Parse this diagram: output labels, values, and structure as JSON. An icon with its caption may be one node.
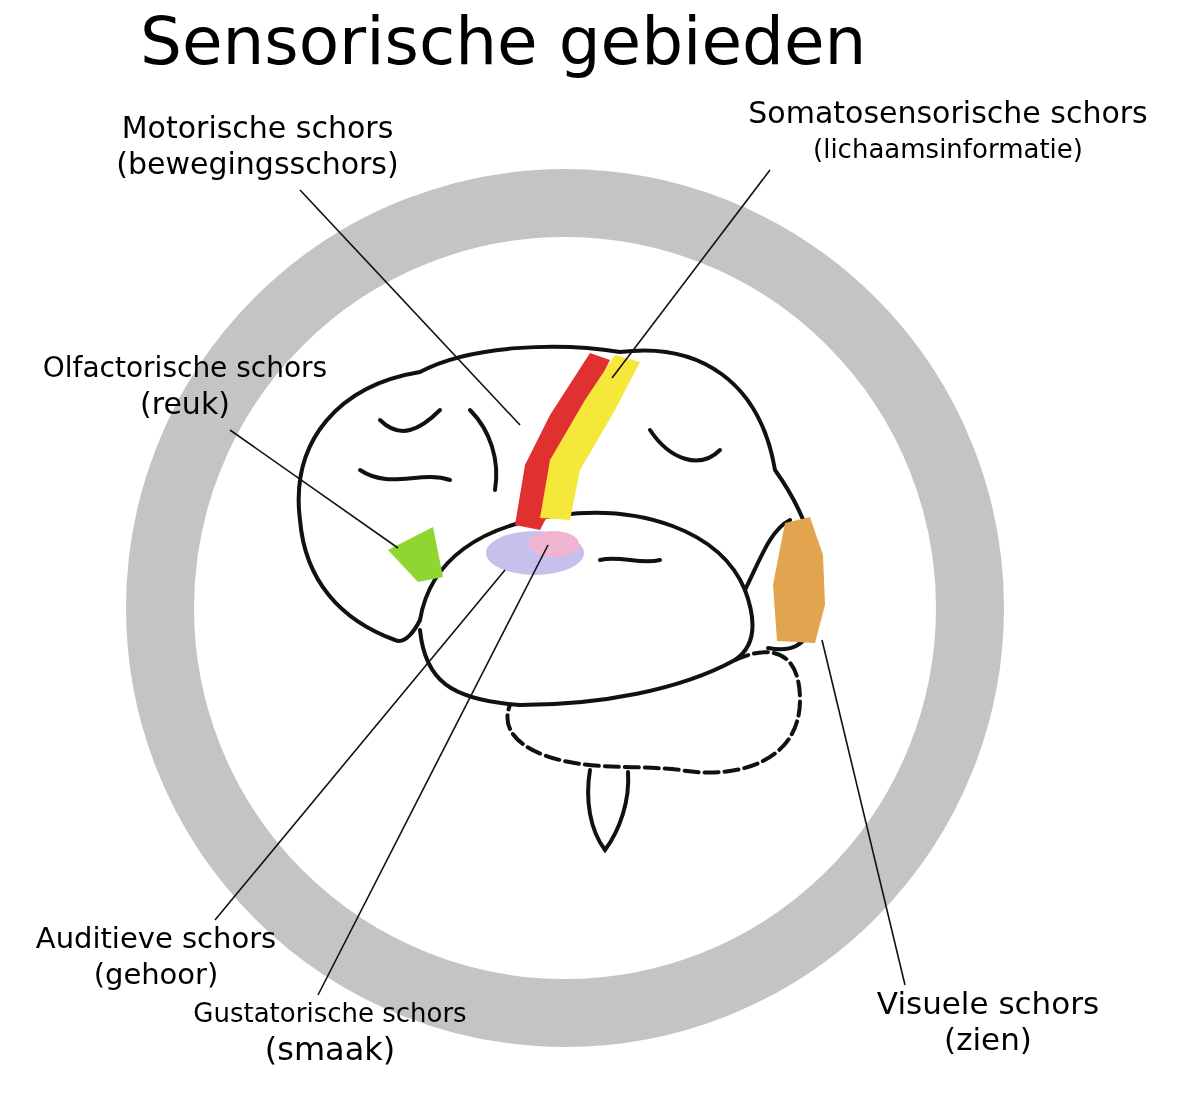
{
  "diagram": {
    "title": "Sensorische gebieden",
    "nodes": [
      {
        "text": [
          "Motorische schors",
          "(bewegingsschors)"
        ]
      },
      {
        "text": [
          "Somatosensorische schors",
          "(lichaamsinformatie)"
        ]
      },
      {
        "text": [
          "Olfactorische schors",
          "(reuk)"
        ]
      },
      {
        "text": [
          "Auditieve schors",
          "(gehoor)"
        ]
      },
      {
        "text": [
          "Gustatorische schors",
          "(smaak)"
        ]
      },
      {
        "text": [
          "Visuele schors",
          "(zien)"
        ]
      },
      {
        "text": [],
        "shape": "bar"
      },
      {
        "text": [],
        "shape": "bar"
      },
      {
        "text": [],
        "shape": "box"
      },
      {
        "text": [],
        "shape": "circle"
      },
      {
        "text": [],
        "shape": "circle",
        "in": 9
      },
      {
        "text": [],
        "shape": "box"
      }
    ],
    "edges": [
      {
        "from": 0,
        "to": 6,
        "arrow": "none"
      },
      {
        "from": 1,
        "to": 7,
        "arrow": "none"
      },
      {
        "from": 2,
        "to": 8,
        "arrow": "none"
      },
      {
        "from": 3,
        "to": 9,
        "arrow": "none"
      },
      {
        "from": 4,
        "to": 10,
        "arrow": "none"
      },
      {
        "from": 5,
        "to": 11,
        "arrow": "none"
      }
    ]
  }
}
